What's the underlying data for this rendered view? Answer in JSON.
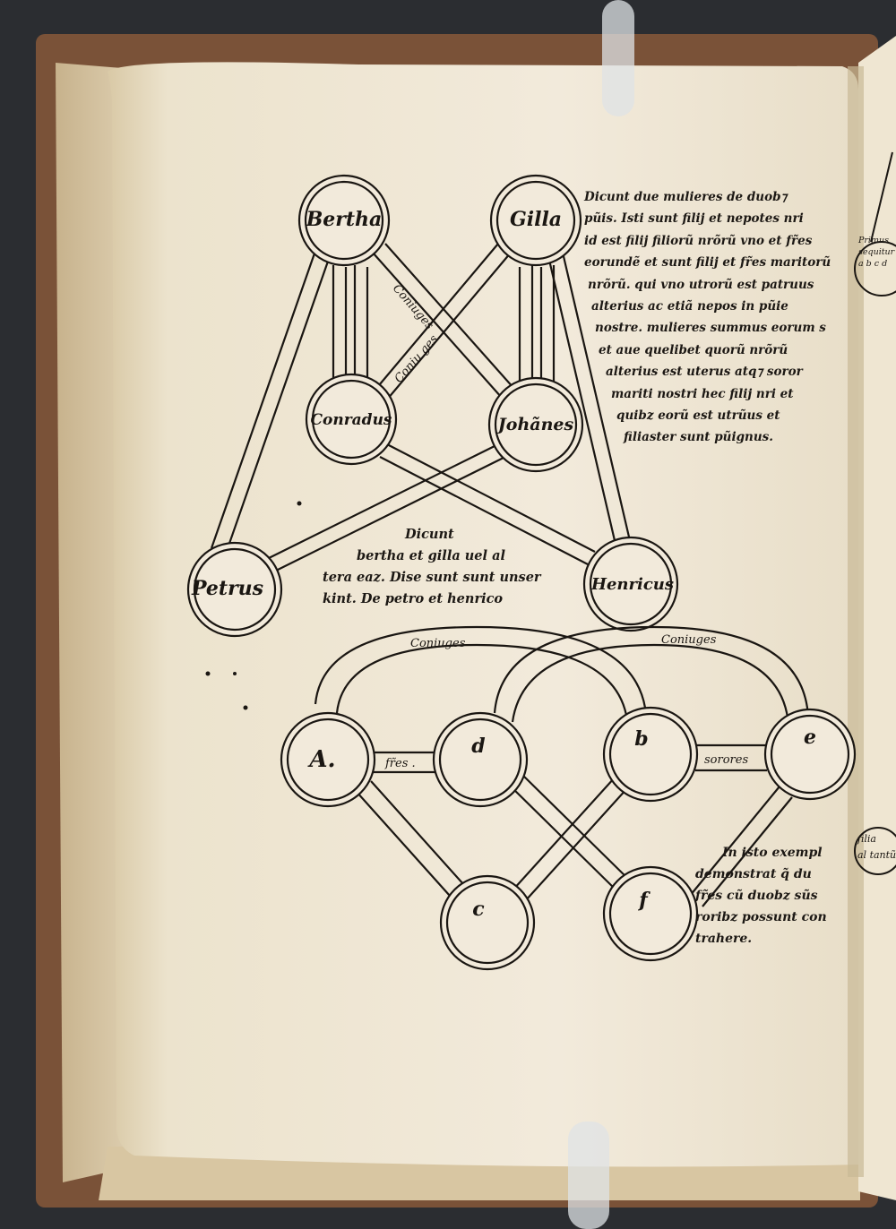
{
  "upper_diagram": {
    "nodes": {
      "bertha": "Bertha",
      "gilla": "Gilla",
      "conradus": "Conradus",
      "johannes": "Johãnes",
      "petrus": "Petrus",
      "henricus": "Henricus"
    },
    "link_labels": {
      "coniuges_1": "Coniuges",
      "coniuges_2": "Coniu ges"
    }
  },
  "lower_diagram": {
    "nodes": {
      "a": "A.",
      "d": "d",
      "b": "b",
      "e": "e",
      "c": "c",
      "f": "f"
    },
    "link_labels": {
      "coniuges_left": "Coniuges",
      "coniuges_right": "Coniuges",
      "fratres": "fr̃es .",
      "sorores": "sorores"
    }
  },
  "text_blocks": {
    "right_paragraph": [
      "Dicunt due mulieres de duob⁊",
      "pũis. Isti sunt filij et nepotes nri",
      "id est filij filiorũ nrõrũ vno et fr̃es",
      "eorundẽ et sunt filij et fr̃es maritorũ",
      "nrõrũ. qui vno utrorũ est patruus",
      "alterius ac etiã nepos in pũie",
      "nostre. mulieres summus eorum s",
      "et aue quelibet quorũ nrõrũ",
      "alterius est uterus atq⁊ soror",
      "mariti nostri hec filij nri et",
      "quibz eorũ est utrũus et",
      "filiaster sunt pũignus."
    ],
    "middle_paragraph": [
      "Dicunt",
      "bertha et gilla uel al",
      "tera eaz. Dise sunt sunt unser",
      "kint. De petro et henrico"
    ],
    "bottom_paragraph": [
      "In isto exempl",
      "demonstrat q̃ du",
      "fr̃es cũ duobz sũs",
      "roribz possunt con",
      "trahere."
    ],
    "edge_fragment_1": [
      "Primus",
      "sequitur",
      "a b c d"
    ],
    "edge_fragment_2": [
      "filia",
      "al tantũ"
    ]
  },
  "colors": {
    "ink": "#1a1612",
    "paper": "#efe6d2",
    "background": "#2b2d31",
    "binding": "#7a5238"
  }
}
